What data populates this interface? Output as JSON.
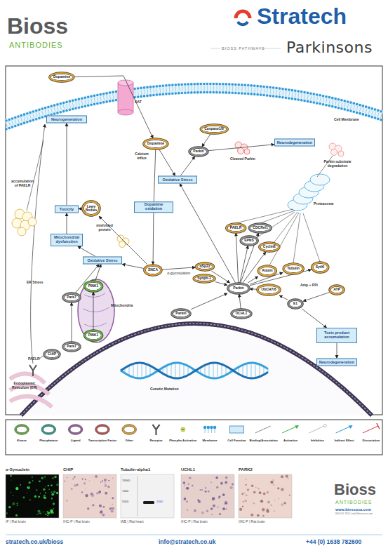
{
  "diagram": {
    "title": "Parkinsons",
    "nodes": [
      {
        "text": [
          "Dopamine"
        ]
      },
      {
        "text": [
          "Dopamine"
        ]
      },
      {
        "text": [
          "Caspase1/8"
        ]
      },
      {
        "text": [
          "Parkin"
        ]
      },
      {
        "text": [
          "Neurodegeneration"
        ]
      },
      {
        "text": [
          "Oxidative Stress"
        ]
      },
      {
        "text": [
          "Neurogeneration"
        ]
      },
      {
        "text": [
          "Lewy Bodies"
        ]
      },
      {
        "text": [
          "Toxicity"
        ]
      },
      {
        "text": [
          "Dopamine oxidation"
        ]
      },
      {
        "text": [
          "PAELR"
        ]
      },
      {
        "text": [
          "CDCRel1"
        ]
      },
      {
        "text": [
          "Mitochondrial dysfunction"
        ]
      },
      {
        "text": [
          "EPNS"
        ]
      },
      {
        "text": [
          "CyclinE"
        ]
      },
      {
        "text": [
          "Oxidative Stress"
        ]
      },
      {
        "text": [
          "αSp22"
        ]
      },
      {
        "text": [
          "SNCA"
        ]
      },
      {
        "text": [
          "Ataxin"
        ]
      },
      {
        "text": [
          "Tubulin"
        ]
      },
      {
        "text": [
          "SytXI"
        ]
      },
      {
        "text": [
          "Synph-1"
        ]
      },
      {
        "text": [
          "PINK1"
        ]
      },
      {
        "text": [
          "Parkin"
        ]
      },
      {
        "text": [
          "UbCH7/8"
        ]
      },
      {
        "text": [
          "ATP"
        ]
      },
      {
        "text": [
          "Park7"
        ]
      },
      {
        "text": [
          "E1"
        ]
      },
      {
        "text": [
          "UCHL1"
        ]
      },
      {
        "text": [
          "Parkin"
        ]
      },
      {
        "text": [
          "PINK1"
        ]
      },
      {
        "text": [
          "Toxic product accumulation"
        ]
      },
      {
        "text": [
          "Park7"
        ]
      },
      {
        "text": [
          "CHIP"
        ]
      },
      {
        "text": [
          "Neurodegeneration"
        ]
      }
    ],
    "edges": [
      {
        "from": 0,
        "to": 1,
        "arrow": "to"
      },
      {
        "from": 1,
        "to": 5,
        "arrow": "to"
      },
      {
        "from": 5,
        "to": 3,
        "arrow": "to"
      },
      {
        "from": 2,
        "to": 3,
        "arrow": "to"
      },
      {
        "from": 3,
        "to": 4,
        "arrow": "to"
      },
      {
        "from": 1,
        "to": 9,
        "arrow": "none"
      },
      {
        "from": 9,
        "to": 17,
        "arrow": "to"
      },
      {
        "from": 17,
        "to": 15,
        "arrow": "to"
      },
      {
        "from": 17,
        "to": 7,
        "arrow": "to"
      },
      {
        "from": 7,
        "to": 8,
        "arrow": "to"
      },
      {
        "from": 8,
        "to": 6,
        "arrow": "to"
      },
      {
        "from": 12,
        "to": 8,
        "arrow": "to"
      },
      {
        "from": 15,
        "to": 12,
        "arrow": "to"
      },
      {
        "from": 22,
        "to": 15,
        "arrow": "to"
      },
      {
        "from": 17,
        "to": 16,
        "arrow": "to",
        "label": "α-glycosylation"
      },
      {
        "from": 16,
        "to": 23,
        "arrow": "to"
      },
      {
        "from": 21,
        "to": 23,
        "arrow": "to"
      },
      {
        "from": 23,
        "to": 5,
        "arrow": "to"
      },
      {
        "from": 23,
        "to": 10,
        "arrow": "to"
      },
      {
        "from": 23,
        "to": 11,
        "arrow": "to"
      },
      {
        "from": 23,
        "to": 13,
        "arrow": "to"
      },
      {
        "from": 23,
        "to": 14,
        "arrow": "to"
      },
      {
        "from": 23,
        "to": 18,
        "arrow": "to"
      },
      {
        "from": 23,
        "to": 19,
        "arrow": "to"
      },
      {
        "from": 23,
        "to": 20,
        "arrow": "to"
      },
      {
        "from": 24,
        "to": 23,
        "arrow": "to"
      },
      {
        "from": 27,
        "to": 24,
        "arrow": "to"
      },
      {
        "from": 25,
        "to": 27,
        "arrow": "to"
      },
      {
        "from": 27,
        "to": 31,
        "arrow": "to"
      },
      {
        "from": 31,
        "to": 34,
        "arrow": "to"
      },
      {
        "from": 28,
        "to": 23,
        "arrow": "to"
      },
      {
        "from": 29,
        "to": 23,
        "arrow": "to"
      },
      {
        "from": 30,
        "to": 22,
        "arrow": "to"
      },
      {
        "from": 32,
        "to": 26,
        "arrow": "to"
      },
      {
        "from": 26,
        "to": 15,
        "arrow": "to"
      }
    ],
    "labels": [
      "Bioss",
      "ANTIBODIES",
      "Stratech",
      "BIOSS PATHWAYS",
      "DAT",
      "Cell Membrane",
      "Calcium influx",
      "Cleaved Parkin",
      "Parkin substrate degradation",
      "Proteasome",
      "accumulation of PAELR",
      "misfolded protein",
      "ER Stress",
      "Mitochondria",
      "Amp + PPi",
      "PAELR",
      "Endoplasmic Reticulum (ER)",
      "Genetic Mutation",
      "α-Synuclein",
      "IF | Rat brain",
      "CHIP",
      "IHC-P | Rat brain",
      "Tubulin-alpha1",
      "130kD",
      "70kD",
      "50kD",
      "55kD",
      "WB | Rat heart",
      "UCHL1",
      "IHC-P | Rat brain",
      "PARK2",
      "IHC-P | Rat brain",
      "Bioss",
      "ANTIBODIES",
      "www.biossusa.com",
      "800.501.7654 | info@biossusa.com",
      "stratech.co.uk/bioss",
      "info@stratech.co.uk",
      "+44 (0) 1638 782600"
    ],
    "legend": [
      {
        "text": "Kinase"
      },
      {
        "text": "Phosphatase"
      },
      {
        "text": "Ligand"
      },
      {
        "text": "Transcription Factor"
      },
      {
        "text": "Other"
      },
      {
        "text": "Receptor"
      },
      {
        "text": "Phospho Activation"
      },
      {
        "text": "Membrane"
      },
      {
        "text": "Cell Function"
      },
      {
        "text": "Binding/Association"
      },
      {
        "text": "Activation"
      },
      {
        "text": "Inhibition"
      },
      {
        "text": "Indirect Effect"
      },
      {
        "text": "Dissociation"
      }
    ]
  }
}
